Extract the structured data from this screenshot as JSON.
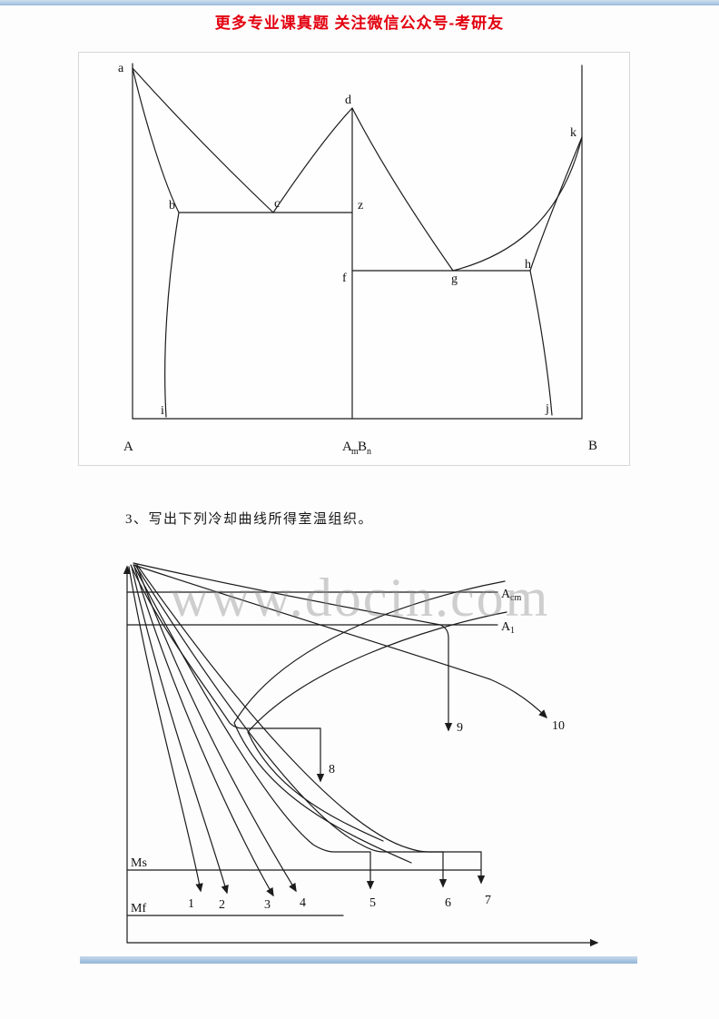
{
  "colors": {
    "header_red": "#e3000f",
    "divider_blue": "#a8c6e6"
  },
  "header": {
    "promo": "更多专业课真题 关注微信公众号-考研友"
  },
  "watermark": {
    "text": "www.docin.com"
  },
  "question": {
    "text": "3、写出下列冷却曲线所得室温组织。"
  },
  "phase_diagram": {
    "points": {
      "a": "a",
      "b": "b",
      "c": "c",
      "d": "d",
      "z": "z",
      "f": "f",
      "g": "g",
      "h": "h",
      "i": "i",
      "j": "j",
      "k": "k"
    },
    "x_axis": {
      "left": "A",
      "compound_a": "A",
      "compound_m": "m",
      "compound_b": "B",
      "compound_n": "n",
      "right": "B"
    }
  },
  "ttt_diagram": {
    "labels": {
      "acm_main": "A",
      "acm_sub": "cm",
      "a1_main": "A",
      "a1_sub": "1",
      "ms": "Ms",
      "mf": "Mf"
    },
    "curves": {
      "c1": "1",
      "c2": "2",
      "c3": "3",
      "c4": "4",
      "c5": "5",
      "c6": "6",
      "c7": "7",
      "c8": "8",
      "c9": "9",
      "c10": "10"
    }
  }
}
